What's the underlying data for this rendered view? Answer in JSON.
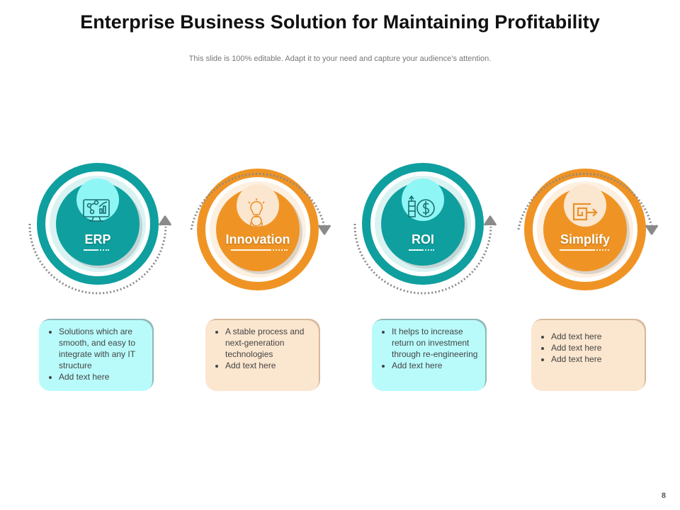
{
  "slide": {
    "title": "Enterprise Business Solution for Maintaining Profitability",
    "subtitle": "This slide is 100% editable. Adapt it to your need and capture your audience’s attention.",
    "page_number": "8"
  },
  "colors": {
    "teal": "#0f9f9f",
    "teal_light": "#b9fbfb",
    "orange": "#ef9424",
    "orange_light": "#fbe6cf",
    "arrow_gray": "#8a8a8a"
  },
  "steps": [
    {
      "label": "ERP",
      "icon": "monitor-network-icon",
      "theme": "teal",
      "bullets": [
        "Solutions which are smooth, and easy to integrate with any IT structure",
        "Add text here"
      ]
    },
    {
      "label": "Innovation",
      "icon": "lightbulb-gear-icon",
      "theme": "orange",
      "bullets": [
        "A stable process and next-generation technologies",
        "Add text here"
      ]
    },
    {
      "label": "ROI",
      "icon": "dollar-return-icon",
      "theme": "teal",
      "bullets": [
        "It helps to increase return on investment through re-engineering",
        "Add text here"
      ]
    },
    {
      "label": "Simplify",
      "icon": "simplify-arrow-icon",
      "theme": "orange",
      "bullets": [
        "Add text here",
        "Add text here",
        "Add text here"
      ]
    }
  ]
}
